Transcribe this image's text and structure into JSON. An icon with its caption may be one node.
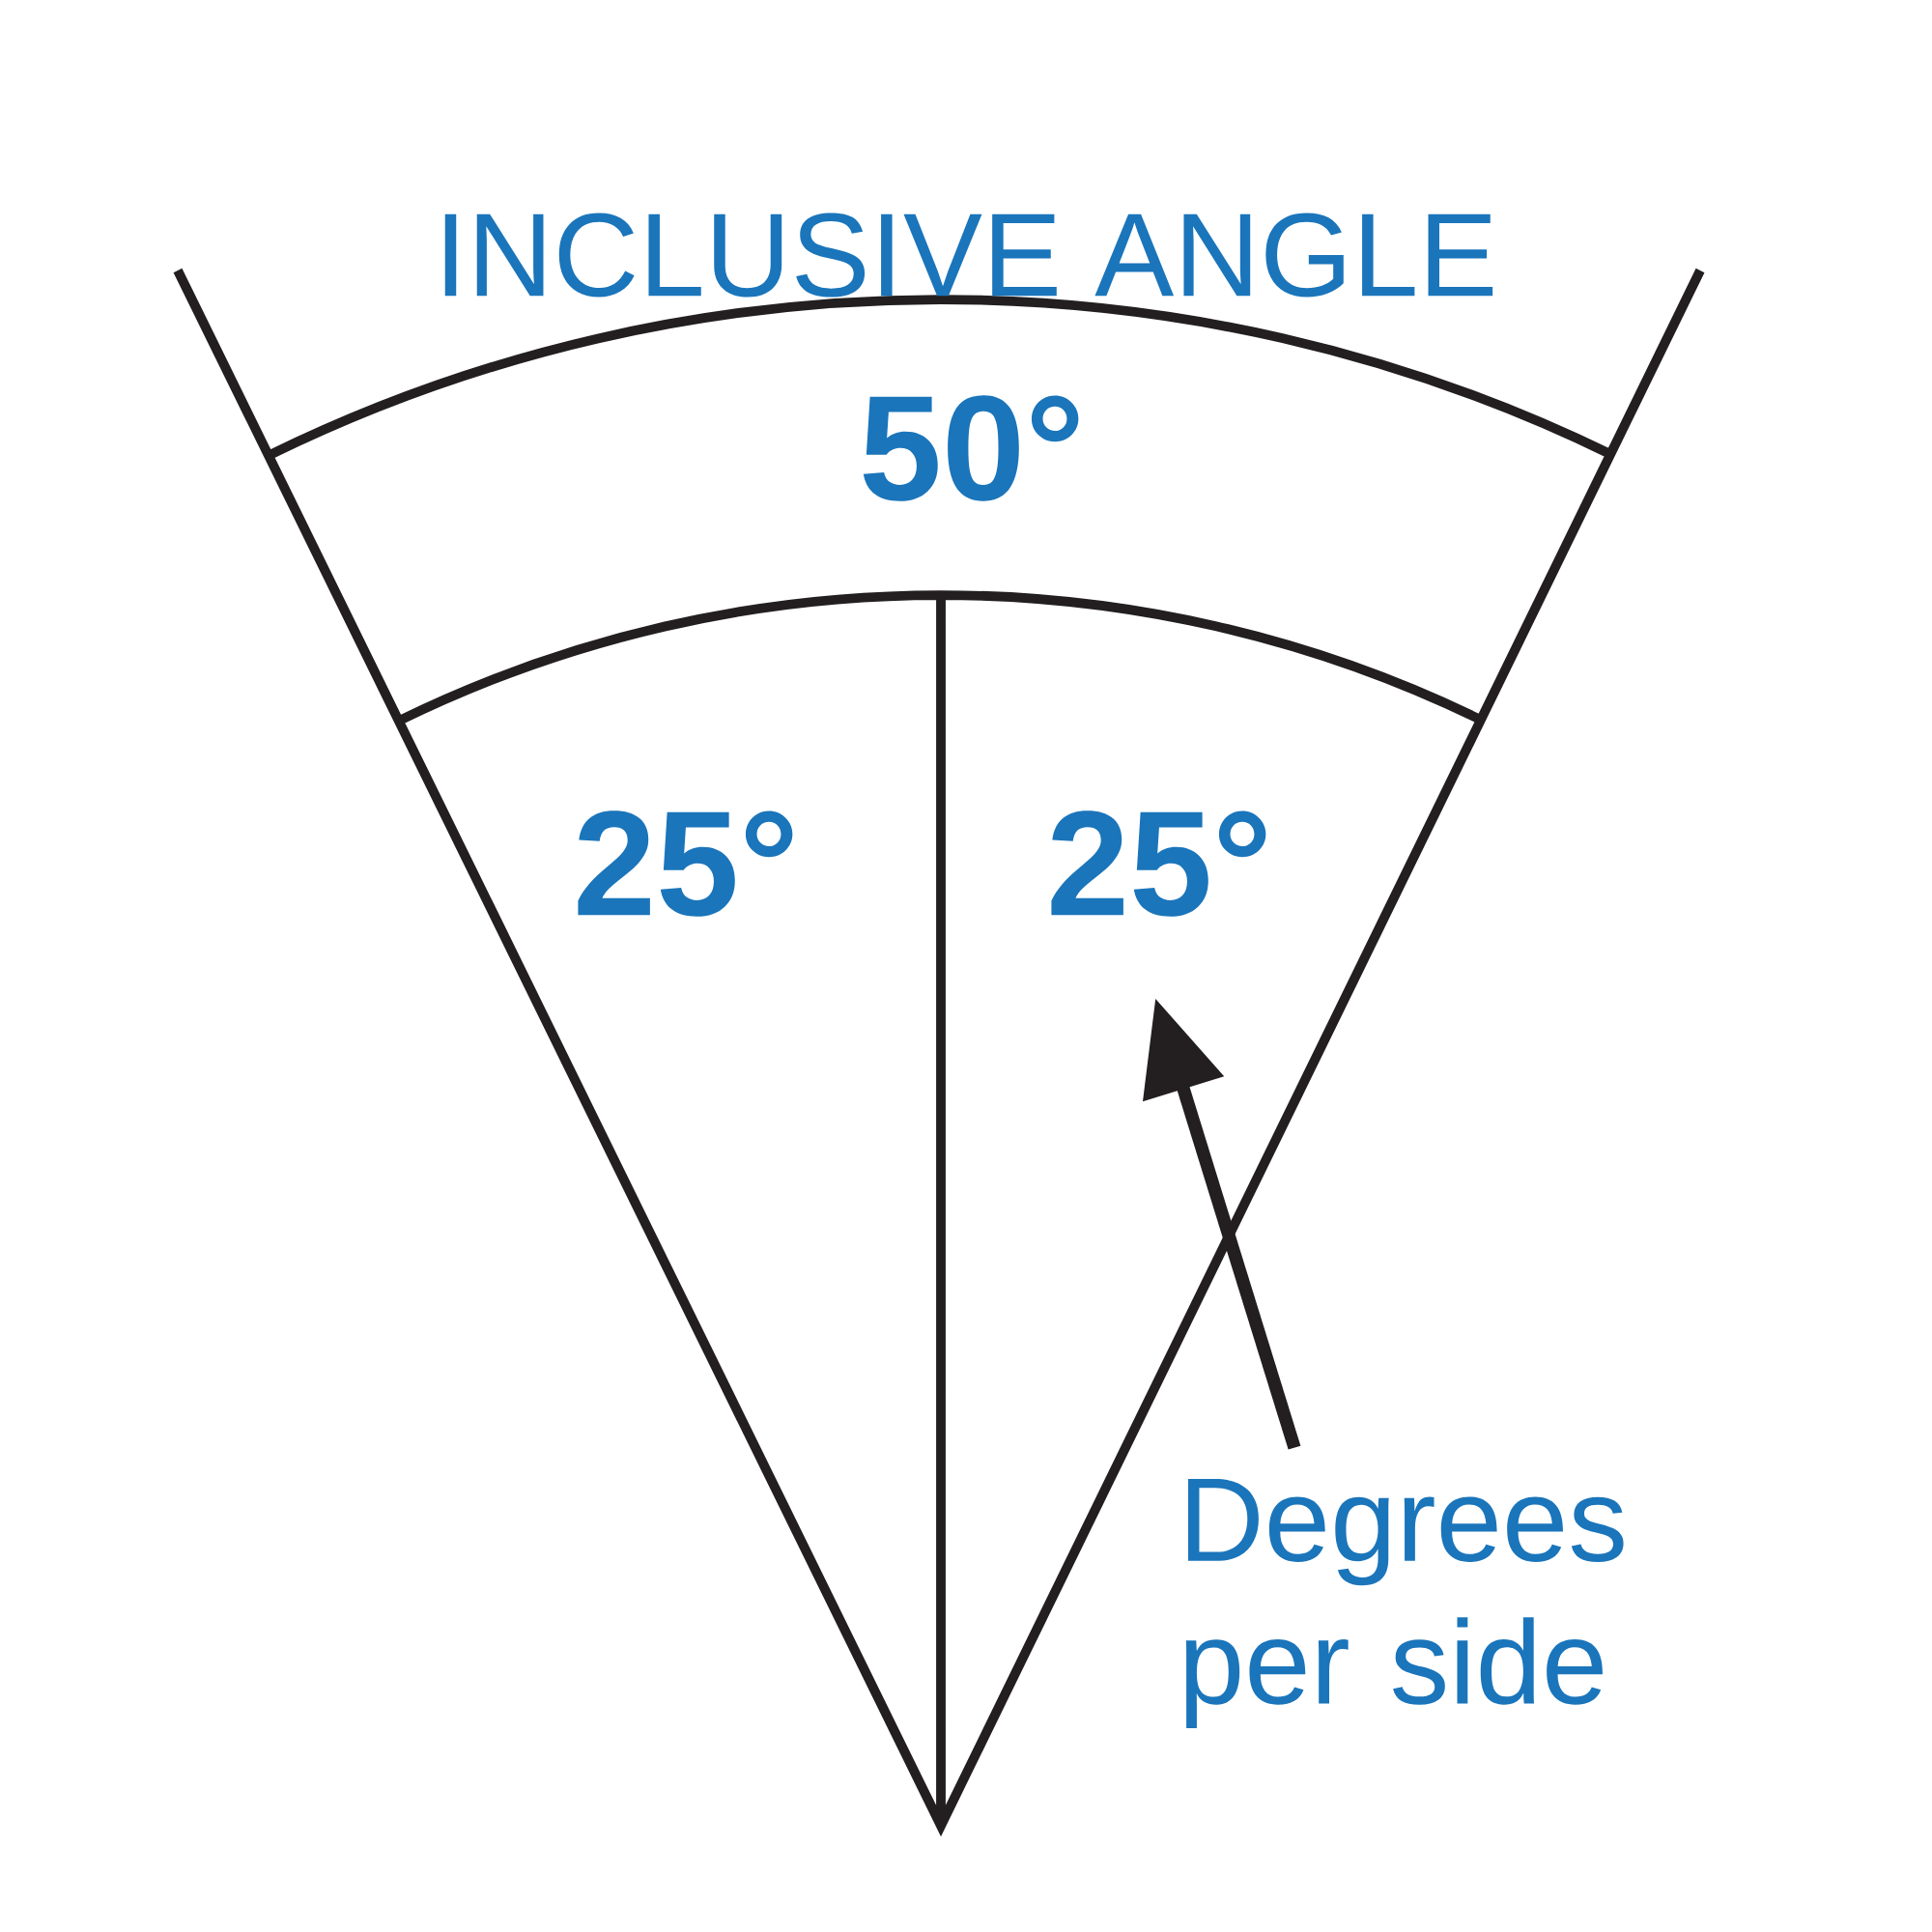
{
  "diagram": {
    "nodes": [
      {
        "text": [
          "25°"
        ]
      },
      {
        "text": [
          "Degrees per side"
        ]
      }
    ],
    "edges": [
      {
        "from": 1,
        "to": 0,
        "arrow": "to"
      }
    ],
    "labels": [
      "INCLUSIVE ANGLE",
      "50°",
      "25°"
    ]
  }
}
